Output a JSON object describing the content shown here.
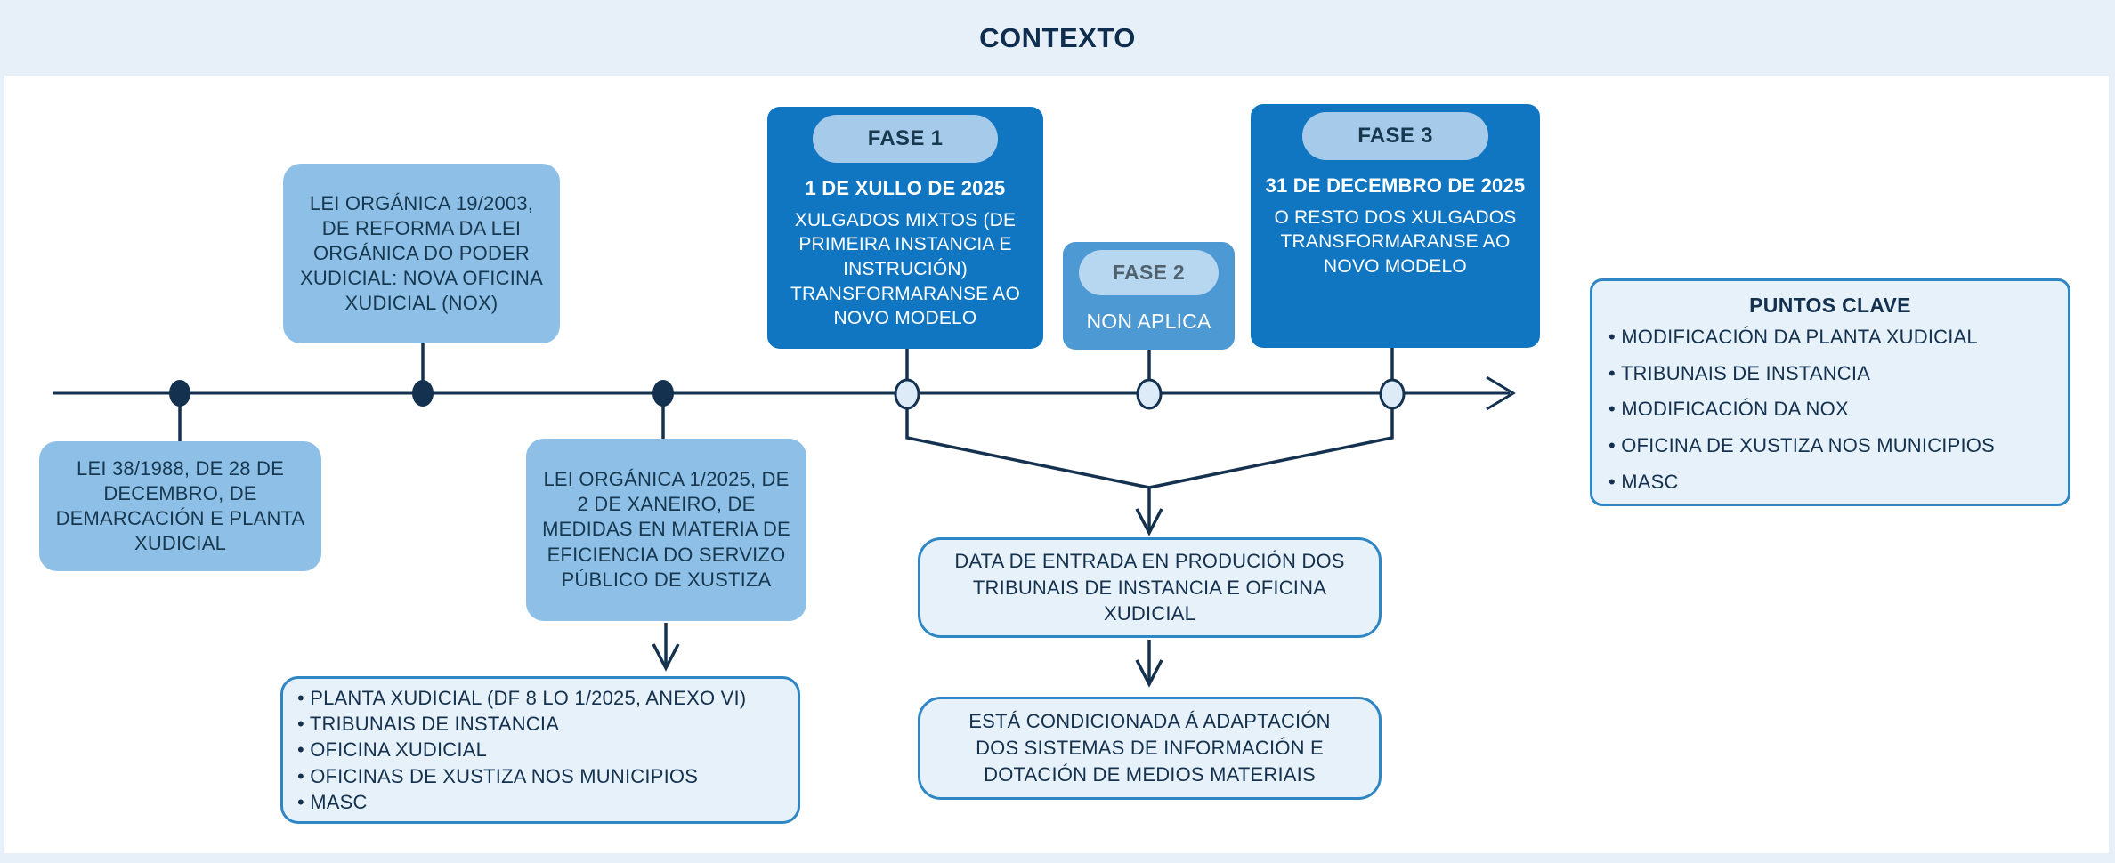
{
  "title": "CONTEXTO",
  "colors": {
    "page_bg": "#E7F0F8",
    "panel_bg": "#FFFFFF",
    "navy": "#14324F",
    "light_box": "#8DBFE7",
    "dark_box": "#1176C1",
    "fase2_box": "#4C99D3",
    "pill": "#A6CBEA",
    "fase2_pill": "#B7D6EF",
    "fase2_pill_text": "#51626F",
    "outline_box_bg": "#E7F1F9",
    "outline_box_border": "#2F86C5",
    "white_text": "#FFFFFF"
  },
  "boxes": {
    "lei_19_2003": "LEI ORGÁNICA 19/2003, DE REFORMA DA LEI ORGÁNICA DO PODER XUDICIAL: NOVA OFICINA XUDICIAL (NOX)",
    "lei_38_1988": "LEI 38/1988, DE 28 DE DECEMBRO, DE DEMARCACIÓN E PLANTA XUDICIAL",
    "lei_1_2025": "LEI ORGÁNICA 1/2025, DE 2 DE XANEIRO, DE MEDIDAS EN MATERIA DE EFICIENCIA DO SERVIZO PÚBLICO DE XUSTIZA"
  },
  "lei_1_2025_details": [
    "PLANTA XUDICIAL (DF 8 LO 1/2025, ANEXO VI)",
    "TRIBUNAIS DE INSTANCIA",
    "OFICINA XUDICIAL",
    "OFICINAS DE XUSTIZA NOS MUNICIPIOS",
    "MASC"
  ],
  "fases": [
    {
      "label": "FASE 1",
      "date": "1 DE XULLO DE 2025",
      "text": "XULGADOS MIXTOS (DE PRIMEIRA INSTANCIA E INSTRUCIÓN) TRANSFORMARANSE AO NOVO MODELO"
    },
    {
      "label": "FASE 2",
      "text": "NON APLICA"
    },
    {
      "label": "FASE 3",
      "date": "31 DE DECEMBRO DE 2025",
      "text": "O RESTO DOS XULGADOS TRANSFORMARANSE AO NOVO MODELO"
    }
  ],
  "puntos_clave": {
    "title": "PUNTOS CLAVE",
    "items": [
      "MODIFICACIÓN DA PLANTA XUDICIAL",
      "TRIBUNAIS DE INSTANCIA",
      "MODIFICACIÓN DA NOX",
      "OFICINA DE XUSTIZA NOS MUNICIPIOS",
      "MASC"
    ]
  },
  "flow": {
    "data_entrada": "DATA DE ENTRADA EN PRODUCIÓN DOS TRIBUNAIS DE INSTANCIA E OFICINA XUDICIAL",
    "condicionada": "ESTÁ CONDICIONADA Á ADAPTACIÓN DOS SISTEMAS DE INFORMACIÓN E DOTACIÓN DE MEDIOS MATERIAIS"
  }
}
